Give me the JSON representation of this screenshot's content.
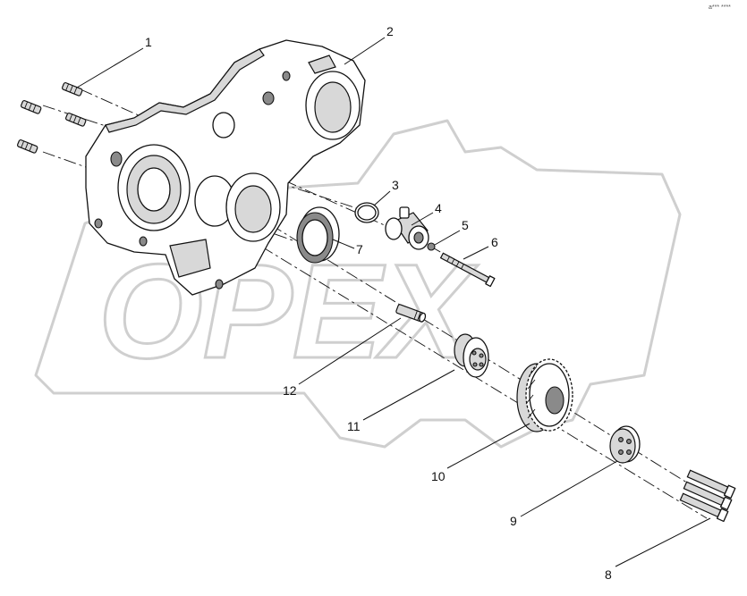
{
  "diagram": {
    "watermark": "OPEX",
    "corner_tag": "a*** ****",
    "callouts": [
      {
        "id": "1",
        "label": "1"
      },
      {
        "id": "2",
        "label": "2"
      },
      {
        "id": "3",
        "label": "3"
      },
      {
        "id": "4",
        "label": "4"
      },
      {
        "id": "5",
        "label": "5"
      },
      {
        "id": "6",
        "label": "6"
      },
      {
        "id": "7",
        "label": "7"
      },
      {
        "id": "8",
        "label": "8"
      },
      {
        "id": "9",
        "label": "9"
      },
      {
        "id": "10",
        "label": "10"
      },
      {
        "id": "11",
        "label": "11"
      },
      {
        "id": "12",
        "label": "12"
      }
    ],
    "parts": [
      {
        "ref": "1",
        "icon": "stud-icon"
      },
      {
        "ref": "2",
        "icon": "timing-housing-icon"
      },
      {
        "ref": "3",
        "icon": "o-ring-icon"
      },
      {
        "ref": "4",
        "icon": "sleeve-icon"
      },
      {
        "ref": "5",
        "icon": "small-seal-icon"
      },
      {
        "ref": "6",
        "icon": "long-bolt-icon"
      },
      {
        "ref": "7",
        "icon": "shaft-seal-icon"
      },
      {
        "ref": "8",
        "icon": "bolt-set-icon"
      },
      {
        "ref": "9",
        "icon": "washer-plate-icon"
      },
      {
        "ref": "10",
        "icon": "gear-icon"
      },
      {
        "ref": "11",
        "icon": "hub-icon"
      },
      {
        "ref": "12",
        "icon": "pin-icon"
      }
    ]
  }
}
